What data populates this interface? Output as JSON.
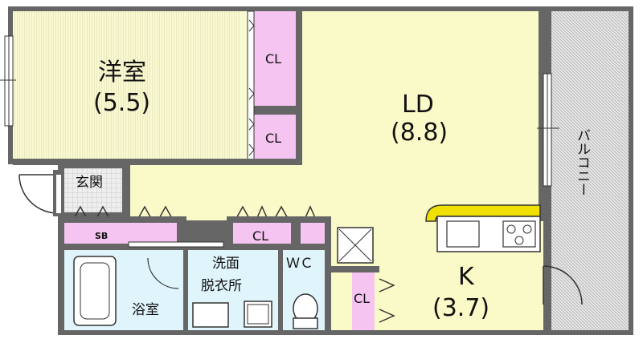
{
  "rooms": {
    "western_room": {
      "name": "洋室",
      "size": "(5.5)"
    },
    "living_dining": {
      "name": "LD",
      "size": "(8.8)"
    },
    "kitchen": {
      "name": "K",
      "size": "(3.7)"
    },
    "balcony": {
      "name": "バルコニー"
    },
    "entrance": {
      "name": "玄関"
    },
    "washroom": {
      "line1": "洗面",
      "line2": "脱衣所"
    },
    "toilet": {
      "name": "ＷＣ"
    },
    "bathroom": {
      "name": "浴室"
    }
  },
  "storage": {
    "closet_upper": "CL",
    "closet_lower": "CL",
    "closet_hall": "CL",
    "closet_kitchen": "CL",
    "shoe_box": "SB"
  },
  "colors": {
    "floor_western": "#fafad2",
    "floor_ld": "#fafac8",
    "closet": "#f5c4f0",
    "wet_area": "#dff4fb",
    "wall": "#555555",
    "balcony": "#d4d4d4",
    "counter": "#f0e000"
  }
}
